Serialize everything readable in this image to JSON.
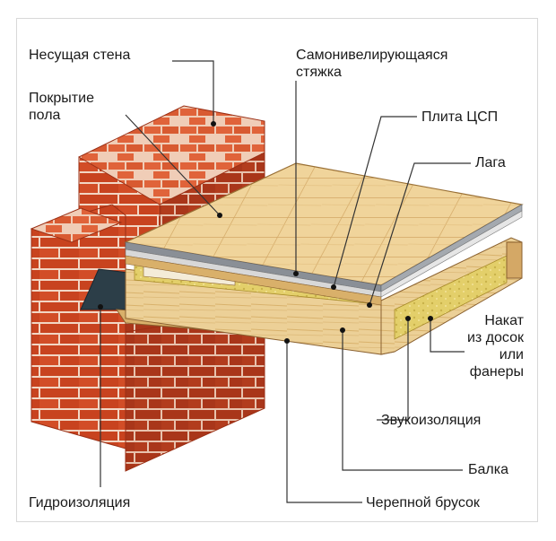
{
  "labels": {
    "bearing_wall": "Несущая стена",
    "floor_covering": "Покрытие\nпола",
    "self_leveling_screed": "Самонивелирующаяся\nстяжка",
    "csp_board": "Плита ЦСП",
    "joist": "Лага",
    "decking": "Накат\nиз досок\nили\nфанеры",
    "sound_insulation": "Звукоизоляция",
    "beam": "Балка",
    "waterproofing": "Гидроизоляция",
    "cranial_bar": "Черепной брусок"
  },
  "colors": {
    "brick": "#c8431f",
    "brick_light": "#e0633a",
    "mortar": "#f2d6c4",
    "wood": "#e9c98a",
    "wood_dark": "#c99a55",
    "insulation": "#e3cf6a",
    "screed": "#8a8f96",
    "leader": "#333333"
  }
}
